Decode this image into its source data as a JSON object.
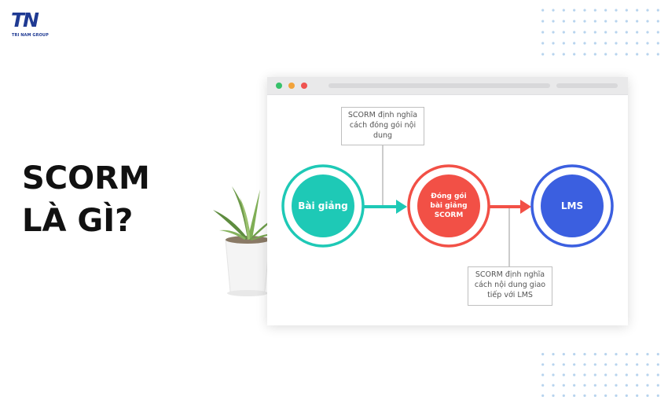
{
  "brand": {
    "logo_text": "TN",
    "logo_subtext": "TRI NAM GROUP",
    "color": "#1f3a93"
  },
  "heading": {
    "line1": "SCORM",
    "line2": "LÀ GÌ?"
  },
  "window": {
    "controls": [
      "green",
      "orange",
      "red"
    ]
  },
  "diagram": {
    "nodes": [
      {
        "label": "Bài giảng",
        "color": "#1ec9b6"
      },
      {
        "label_lines": [
          "Đóng gói",
          "bài giảng",
          "SCORM"
        ],
        "color": "#f25046"
      },
      {
        "label": "LMS",
        "color": "#3b5fe0"
      }
    ],
    "notes": {
      "top": [
        "SCORM định nghĩa",
        "cách đóng gói nội",
        "dung"
      ],
      "bottom": [
        "SCORM định nghĩa",
        "cách nội dung giao",
        "tiếp với LMS"
      ]
    },
    "arrow_colors": [
      "#1ec9b6",
      "#f25046"
    ]
  },
  "decor": {
    "dot_color": "#b8d4ee",
    "plant_icon": "potted-plant-icon"
  }
}
